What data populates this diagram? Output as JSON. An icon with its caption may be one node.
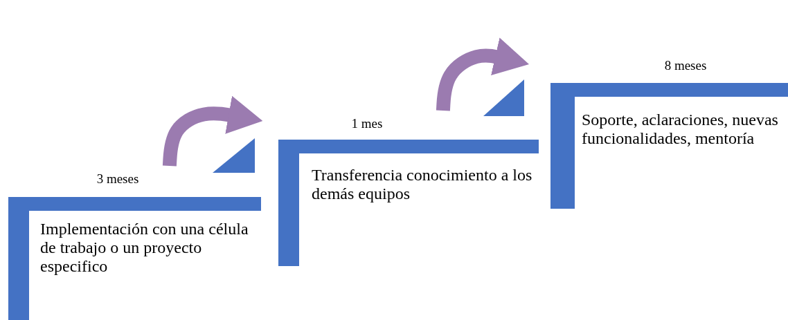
{
  "diagram": {
    "nodes": [
      {
        "text": [
          "Implementación con una célula de trabajo o un proyecto especifico"
        ],
        "beside": [
          "3 meses"
        ]
      },
      {
        "text": [
          "Transferencia conocimiento a los demás equipos"
        ],
        "beside": [
          "1 mes"
        ]
      },
      {
        "text": [
          "Soporte, aclaraciones, nuevas funcionalidades, mentoría"
        ],
        "beside": [
          "8 meses"
        ]
      }
    ],
    "edges": [
      {
        "from": 0,
        "to": 1,
        "arrow": "to"
      },
      {
        "from": 1,
        "to": 2,
        "arrow": "to"
      }
    ]
  }
}
